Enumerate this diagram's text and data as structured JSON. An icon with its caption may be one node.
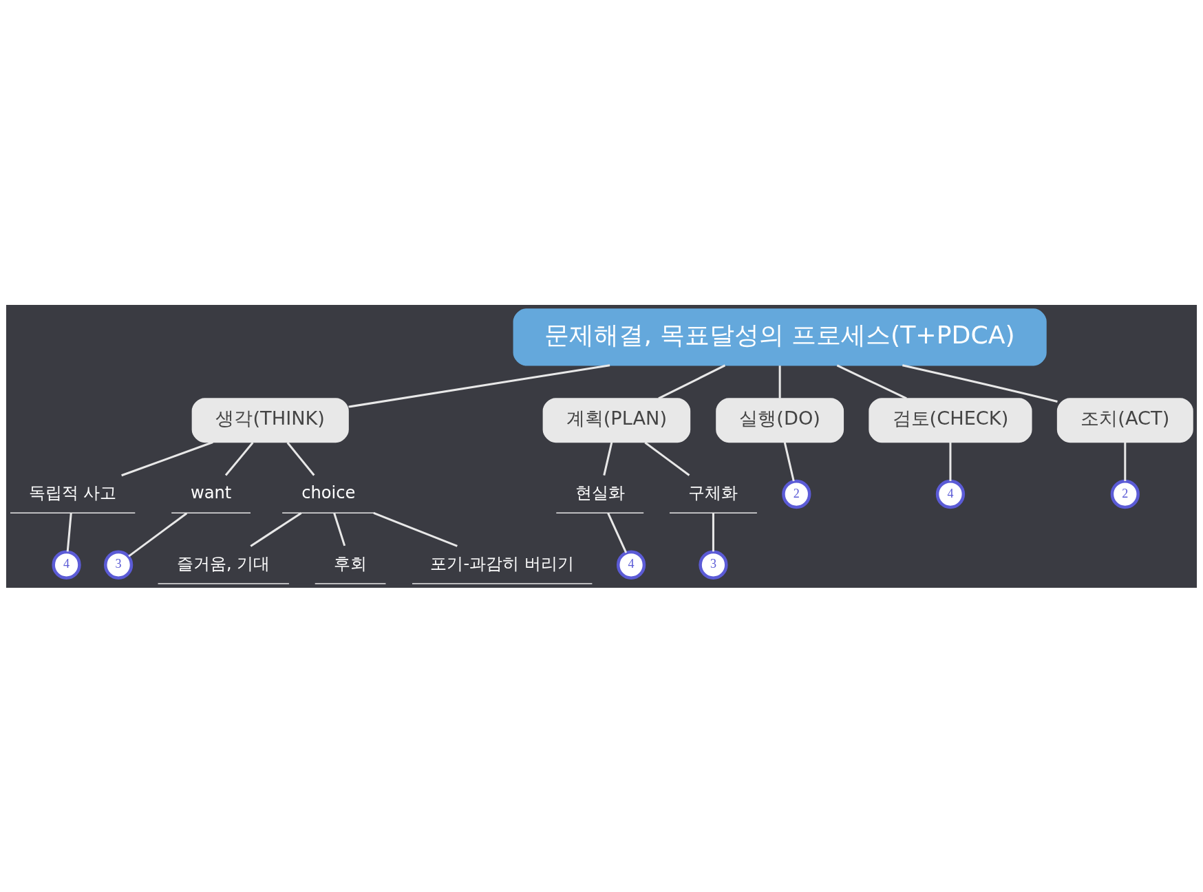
{
  "diagram": {
    "nodes": [
      {
        "text": [
          "문제해결, 목표달성의 프로세스(T+PDCA)"
        ]
      },
      {
        "text": [
          "생각(THINK)"
        ]
      },
      {
        "text": [
          "독립적 사고"
        ]
      },
      {
        "text": [
          "4"
        ]
      },
      {
        "text": [
          "want"
        ]
      },
      {
        "text": [
          "3"
        ]
      },
      {
        "text": [
          "choice"
        ]
      },
      {
        "text": [
          "즐거움, 기대"
        ]
      },
      {
        "text": [
          "후회"
        ]
      },
      {
        "text": [
          "포기-과감히 버리기"
        ]
      },
      {
        "text": [
          "계획(PLAN)"
        ]
      },
      {
        "text": [
          "현실화"
        ]
      },
      {
        "text": [
          "4"
        ]
      },
      {
        "text": [
          "구체화"
        ]
      },
      {
        "text": [
          "3"
        ]
      },
      {
        "text": [
          "실행(DO)"
        ]
      },
      {
        "text": [
          "2"
        ]
      },
      {
        "text": [
          "검토(CHECK)"
        ]
      },
      {
        "text": [
          "4"
        ]
      },
      {
        "text": [
          "조치(ACT)"
        ]
      },
      {
        "text": [
          "2"
        ]
      }
    ],
    "edges": [
      {
        "from": 0,
        "to": 1,
        "arrow": "none"
      },
      {
        "from": 0,
        "to": 10,
        "arrow": "none"
      },
      {
        "from": 0,
        "to": 15,
        "arrow": "none"
      },
      {
        "from": 0,
        "to": 17,
        "arrow": "none"
      },
      {
        "from": 0,
        "to": 19,
        "arrow": "none"
      },
      {
        "from": 1,
        "to": 2,
        "arrow": "none"
      },
      {
        "from": 1,
        "to": 4,
        "arrow": "none"
      },
      {
        "from": 1,
        "to": 6,
        "arrow": "none"
      },
      {
        "from": 2,
        "to": 3,
        "arrow": "none"
      },
      {
        "from": 4,
        "to": 5,
        "arrow": "none"
      },
      {
        "from": 6,
        "to": 7,
        "arrow": "none"
      },
      {
        "from": 6,
        "to": 8,
        "arrow": "none"
      },
      {
        "from": 6,
        "to": 9,
        "arrow": "none"
      },
      {
        "from": 10,
        "to": 11,
        "arrow": "none"
      },
      {
        "from": 10,
        "to": 13,
        "arrow": "none"
      },
      {
        "from": 11,
        "to": 12,
        "arrow": "none"
      },
      {
        "from": 13,
        "to": 14,
        "arrow": "none"
      },
      {
        "from": 15,
        "to": 16,
        "arrow": "none"
      },
      {
        "from": 17,
        "to": 18,
        "arrow": "none"
      },
      {
        "from": 19,
        "to": 20,
        "arrow": "none"
      }
    ]
  }
}
